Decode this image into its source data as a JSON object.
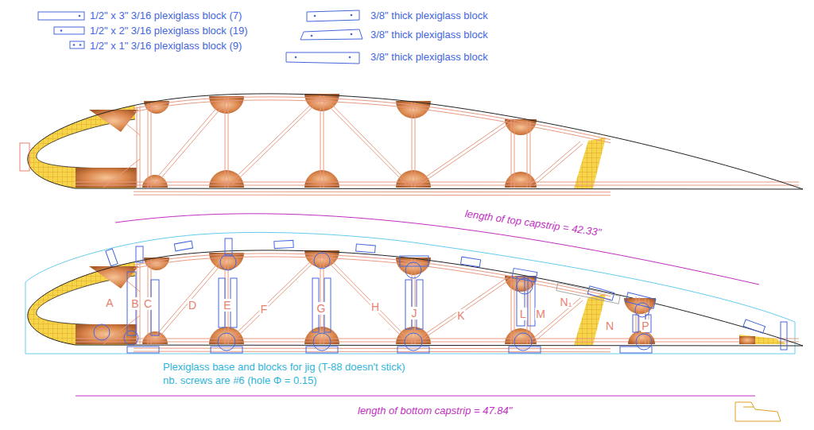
{
  "diagram": {
    "labels": [
      "A",
      "B",
      "C",
      "D",
      "E",
      "F",
      "G",
      "H",
      "J",
      "K",
      "L",
      "M",
      "N₁",
      "N",
      "P",
      "length of top capstrip = 42.33\"",
      "length of bottom capstrip = 47.84\"",
      "Plexiglass base and blocks for jig (T-88 doesn't stick)",
      "nb. screws are #6 (hole Φ = 0.15)"
    ],
    "legend": [
      {
        "text": "1/2\" x 3\" 3/16 plexiglass block (7)"
      },
      {
        "text": "1/2\" x 2\" 3/16 plexiglass block (19)"
      },
      {
        "text": "1/2\" x 1\" 3/16 plexiglass block (9)"
      },
      {
        "text": "3/8\" thick plexiglass block"
      },
      {
        "text": "3/8\" thick plexiglass block"
      },
      {
        "text": "3/8\" thick plexiglass block"
      }
    ]
  }
}
